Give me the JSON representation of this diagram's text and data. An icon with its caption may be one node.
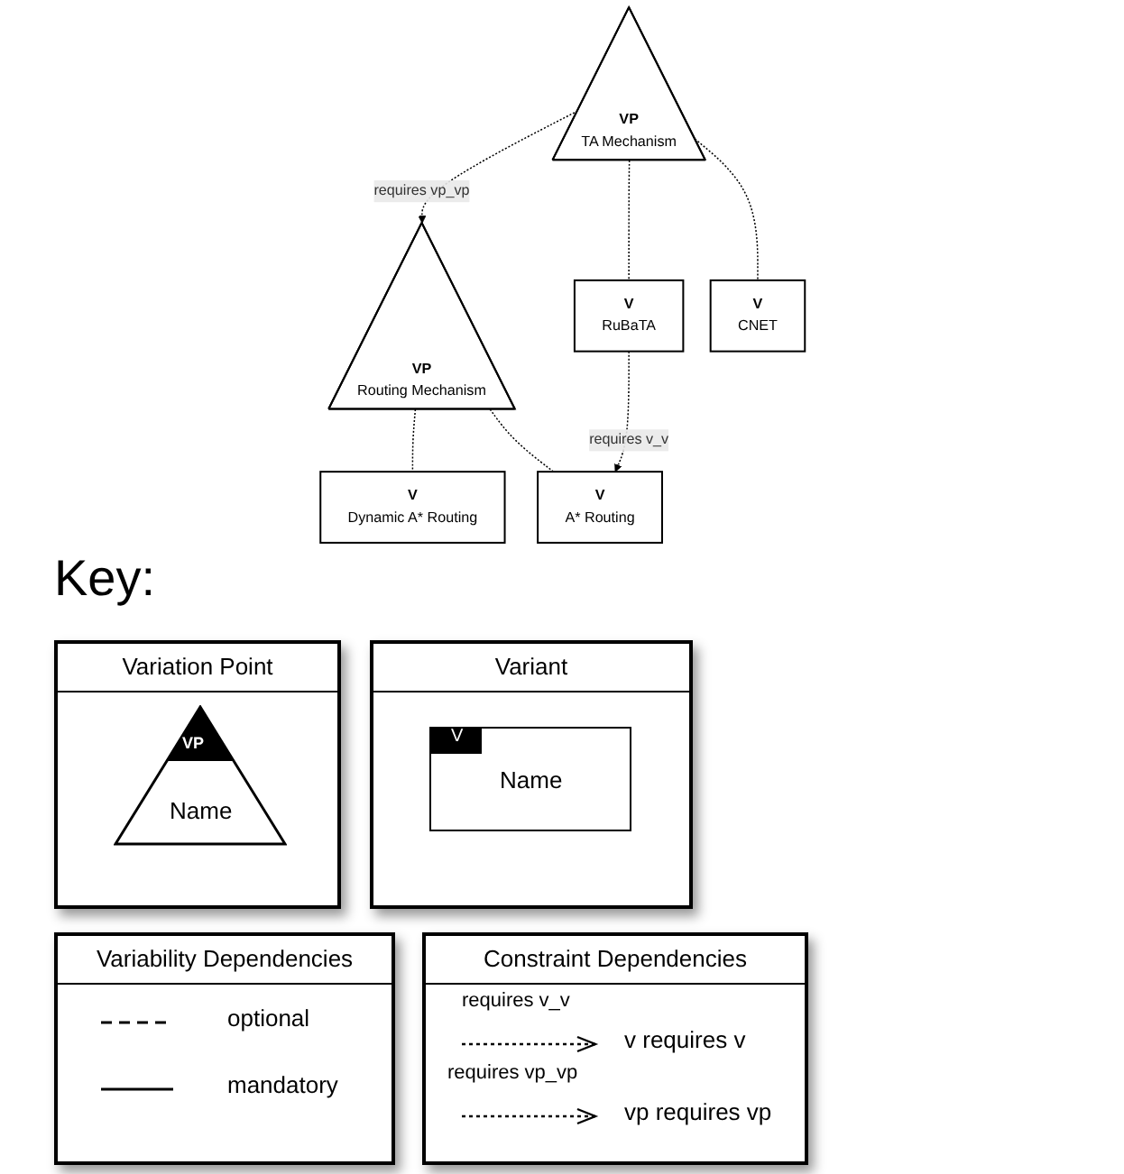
{
  "diagram": {
    "nodes": [
      {
        "text": [
          "VP",
          "TA Mechanism"
        ]
      },
      {
        "text": [
          "VP",
          "Routing Mechanism"
        ]
      },
      {
        "text": [
          "V",
          "RuBaTA"
        ]
      },
      {
        "text": [
          "V",
          "CNET"
        ]
      },
      {
        "text": [
          "V",
          "Dynamic A* Routing"
        ]
      },
      {
        "text": [
          "V",
          "A* Routing"
        ]
      }
    ],
    "edges": [
      {
        "from": 0,
        "to": 1,
        "arrow": "to",
        "label": "requires vp_vp",
        "style": "dashed"
      },
      {
        "from": 0,
        "to": 2,
        "arrow": "none",
        "style": "dashed"
      },
      {
        "from": 0,
        "to": 3,
        "arrow": "none",
        "style": "dashed"
      },
      {
        "from": 1,
        "to": 4,
        "arrow": "none",
        "style": "dashed"
      },
      {
        "from": 1,
        "to": 5,
        "arrow": "none",
        "style": "dashed"
      },
      {
        "from": 2,
        "to": 5,
        "arrow": "to",
        "label": "requires v_v",
        "style": "dashed"
      }
    ],
    "labels": [
      "Key:",
      "Variation Point",
      "VP",
      "Name",
      "Variant",
      "V",
      "Name",
      "Variability Dependencies",
      "Constraint Dependencies",
      "requires v_v",
      "requires vp_vp"
    ],
    "legend": [
      {
        "text": "optional"
      },
      {
        "text": "mandatory"
      },
      {
        "text": "v requires v"
      },
      {
        "text": "vp requires vp"
      }
    ]
  }
}
